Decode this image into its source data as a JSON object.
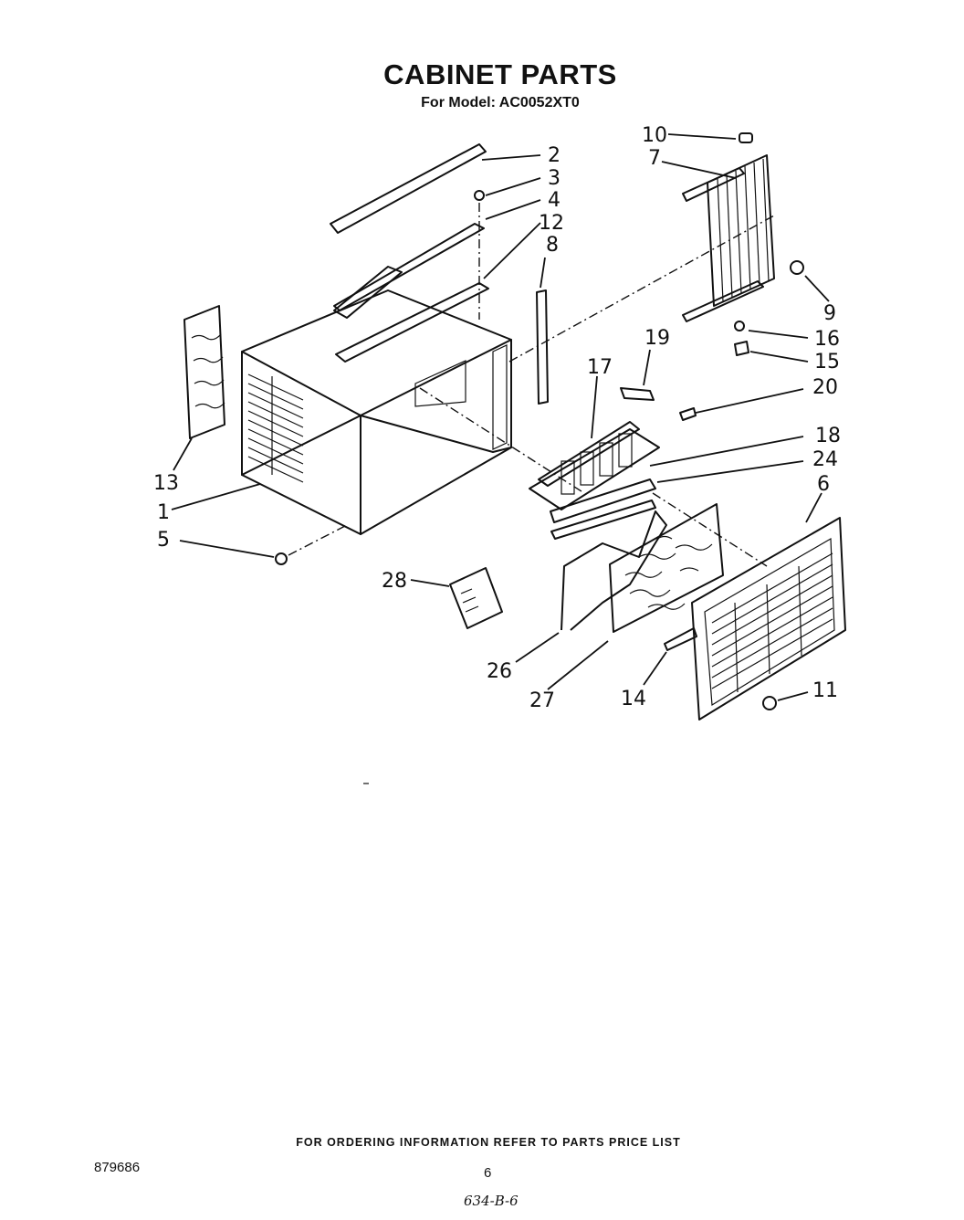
{
  "header": {
    "title": "CABINET PARTS",
    "subtitle": "For Model: AC0052XT0"
  },
  "callouts": [
    {
      "id": "c1",
      "label": "1"
    },
    {
      "id": "c2",
      "label": "2"
    },
    {
      "id": "c3",
      "label": "3"
    },
    {
      "id": "c4",
      "label": "4"
    },
    {
      "id": "c5",
      "label": "5"
    },
    {
      "id": "c6",
      "label": "6"
    },
    {
      "id": "c7",
      "label": "7"
    },
    {
      "id": "c8",
      "label": "8"
    },
    {
      "id": "c9",
      "label": "9"
    },
    {
      "id": "c10",
      "label": "10"
    },
    {
      "id": "c11",
      "label": "11"
    },
    {
      "id": "c12",
      "label": "12"
    },
    {
      "id": "c13",
      "label": "13"
    },
    {
      "id": "c14",
      "label": "14"
    },
    {
      "id": "c15",
      "label": "15"
    },
    {
      "id": "c16",
      "label": "16"
    },
    {
      "id": "c17",
      "label": "17"
    },
    {
      "id": "c18",
      "label": "18"
    },
    {
      "id": "c19",
      "label": "19"
    },
    {
      "id": "c20",
      "label": "20"
    },
    {
      "id": "c24",
      "label": "24"
    },
    {
      "id": "c26",
      "label": "26"
    },
    {
      "id": "c27",
      "label": "27"
    },
    {
      "id": "c28",
      "label": "28"
    }
  ],
  "footer": {
    "ordering_note": "FOR ORDERING INFORMATION REFER TO PARTS PRICE LIST",
    "doc_number": "879686",
    "page_number": "6",
    "handwritten_note": "634-B-6"
  }
}
